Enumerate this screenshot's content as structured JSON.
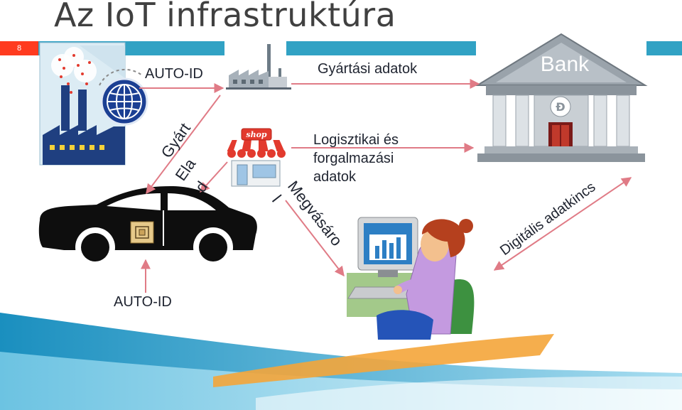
{
  "slide": {
    "title": "Az IoT infrastruktúra",
    "page_number": "8"
  },
  "labels": {
    "auto_id_top": "AUTO-ID",
    "auto_id_bottom": "AUTO-ID",
    "gyartasi": "Gyártási adatok",
    "logisztikai_1": "Logisztikai és",
    "logisztikai_2": "forgalmazási",
    "logisztikai_3": "adatok",
    "gyart": "Gyárt",
    "ela": "Ela",
    "d": "d",
    "megvasaro": "Megvásáro",
    "l": "l",
    "digitalis": "Digitális adatkincs",
    "bank_sign": "Bank",
    "shop_sign": "shop"
  },
  "colors": {
    "arrow": "#e07b86",
    "accent_bar": "#31a2c4",
    "badge": "#ff3b1f",
    "title": "#404040"
  }
}
